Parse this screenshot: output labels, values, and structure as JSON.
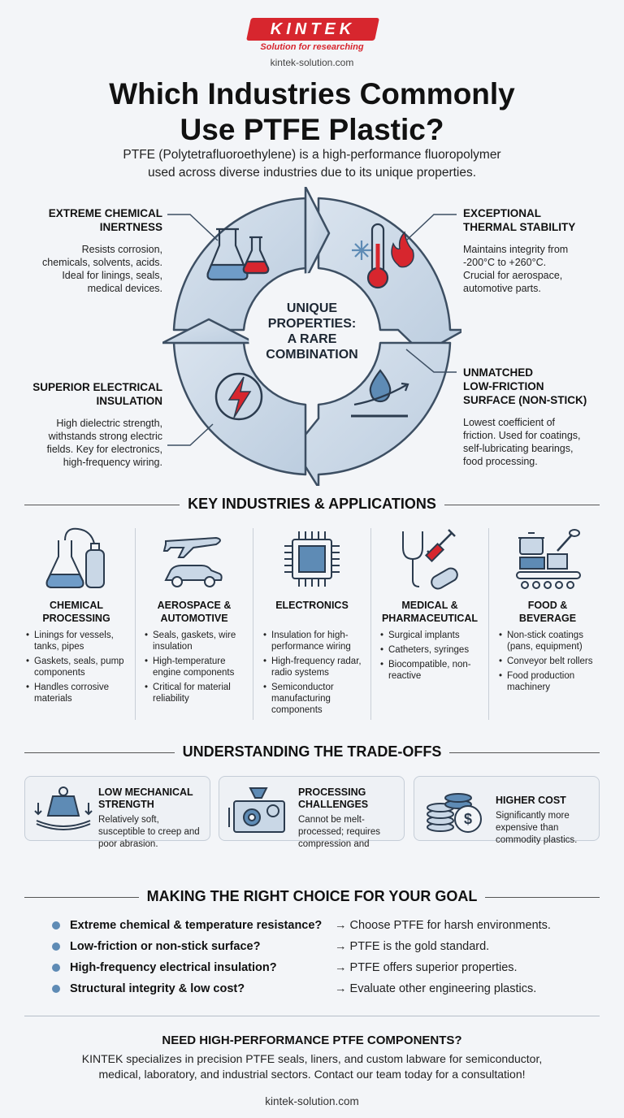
{
  "header": {
    "logo": "KINTEK",
    "tagline": "Solution for researching",
    "site": "kintek-solution.com",
    "title_line1": "Which Industries Commonly",
    "title_line2": "Use PTFE Plastic?",
    "subtitle_line1": "PTFE (Polytetrafluoroethylene) is a high-performance fluoropolymer",
    "subtitle_line2": "used across diverse industries due to its unique properties."
  },
  "properties": {
    "center_line1": "UNIQUE",
    "center_line2": "PROPERTIES:",
    "center_line3": "A RARE",
    "center_line4": "COMBINATION",
    "chemical": {
      "title_line1": "EXTREME CHEMICAL",
      "title_line2": "INERTNESS",
      "text_line1": "Resists corrosion,",
      "text_line2": "chemicals, solvents, acids.",
      "text_line3": "Ideal for linings, seals,",
      "text_line4": "medical devices."
    },
    "thermal": {
      "title_line1": "EXCEPTIONAL",
      "title_line2": "THERMAL STABILITY",
      "text_line1": "Maintains integrity from",
      "text_line2": "-200°C to +260°C.",
      "text_line3": "Crucial for aerospace,",
      "text_line4": "automotive parts."
    },
    "electrical": {
      "title_line1": "SUPERIOR ELECTRICAL",
      "title_line2": "INSULATION",
      "text_line1": "High dielectric strength,",
      "text_line2": "withstands strong electric",
      "text_line3": "fields. Key for electronics,",
      "text_line4": "high-frequency wiring."
    },
    "friction": {
      "title_line1": "UNMATCHED",
      "title_line2": "LOW-FRICTION",
      "title_line3": "SURFACE (NON-STICK)",
      "text_line1": "Lowest coefficient of",
      "text_line2": "friction. Used for coatings,",
      "text_line3": "self-lubricating bearings,",
      "text_line4": "food processing."
    }
  },
  "industries": {
    "heading": "KEY INDUSTRIES & APPLICATIONS",
    "items": [
      {
        "name_line1": "CHEMICAL",
        "name_line2": "PROCESSING",
        "bullets": [
          "Linings for vessels, tanks, pipes",
          "Gaskets, seals, pump components",
          "Handles corrosive materials"
        ]
      },
      {
        "name_line1": "AEROSPACE &",
        "name_line2": "AUTOMOTIVE",
        "bullets": [
          "Seals, gaskets, wire insulation",
          "High-temperature engine components",
          "Critical for material reliability"
        ]
      },
      {
        "name_line1": "ELECTRONICS",
        "name_line2": "",
        "bullets": [
          "Insulation for high-performance wiring",
          "High-frequency radar, radio systems",
          "Semiconductor manufacturing components"
        ]
      },
      {
        "name_line1": "MEDICAL &",
        "name_line2": "PHARMACEUTICAL",
        "bullets": [
          "Surgical implants",
          "Catheters, syringes",
          "Biocompatible, non-reactive"
        ]
      },
      {
        "name_line1": "FOOD &",
        "name_line2": "BEVERAGE",
        "bullets": [
          "Non-stick coatings (pans, equipment)",
          "Conveyor belt rollers",
          "Food production machinery"
        ]
      }
    ]
  },
  "tradeoffs": {
    "heading": "UNDERSTANDING THE TRADE-OFFS",
    "items": [
      {
        "title_line1": "LOW MECHANICAL",
        "title_line2": "STRENGTH",
        "text": "Relatively soft, susceptible to creep and poor abrasion."
      },
      {
        "title_line1": "PROCESSING",
        "title_line2": "CHALLENGES",
        "text": "Cannot be melt-processed; requires compression and"
      },
      {
        "title_line1": "HIGHER COST",
        "title_line2": "",
        "text": "Significantly more expensive than commodity plastics."
      }
    ]
  },
  "choice": {
    "heading": "MAKING THE RIGHT CHOICE FOR YOUR GOAL",
    "rows": [
      {
        "q": "Extreme chemical & temperature resistance?",
        "a": "→  Choose PTFE for harsh environments."
      },
      {
        "q": "Low-friction or non-stick surface?",
        "a": "→  PTFE is the gold standard."
      },
      {
        "q": "High-frequency electrical insulation?",
        "a": "→  PTFE offers superior properties."
      },
      {
        "q": "Structural integrity & low cost?",
        "a": "→  Evaluate other engineering plastics."
      }
    ]
  },
  "cta": {
    "heading": "NEED HIGH-PERFORMANCE PTFE COMPONENTS?",
    "line1": "KINTEK specializes in precision PTFE seals, liners, and custom labware for semiconductor,",
    "line2": "medical, laboratory, and industrial sectors. Contact our team today for a consultation!"
  },
  "footer": {
    "site": "kintek-solution.com"
  },
  "colors": {
    "brand": "#d7262e",
    "accent": "#5e8bb5",
    "panel": "#c9d7e6"
  }
}
